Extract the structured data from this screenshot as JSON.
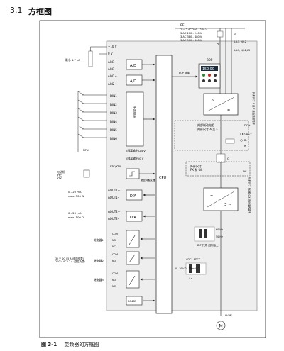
{
  "section": {
    "number": "3.1",
    "title": "方框图"
  },
  "figure": {
    "caption_number": "图 3-1",
    "caption_text": "变频器的方框图",
    "labels": {
      "supply_pe": "PE",
      "supply_1": "1 ~ 2 AC 200 - 240 V",
      "supply_2": "3 AC 200 - 240 V",
      "supply_3": "3 AC 380 - 480 V",
      "supply_4": "3 AC 500 - 600 V",
      "term_l": "L/L1, N/L2",
      "term_l3": "L/L1, N/L2,L3",
      "term_pe": "PE",
      "term_sl": "SL",
      "v10": "+10 V",
      "v0": "0 V",
      "ain1p": "AIN1+",
      "ain1n": "AIN1-",
      "ain2p": "AIN2+",
      "ain2n": "AIN2-",
      "pot": "最小 4.7 kΩ",
      "ad": "A/D",
      "din1": "DIN1",
      "din2": "DIN2",
      "din3": "DIN3",
      "din4": "DIN4",
      "din5": "DIN5",
      "din6": "DIN6",
      "din_box": "外部电源",
      "out24": "(隔离输出)24 V",
      "out0v": "(隔离输出)0 V",
      "npn": "NPN",
      "ptc": "PTC/KTY",
      "thermo": "电动机\nPTC\nKTY",
      "trigger": "施密特触发器",
      "aout1p": "AOUT1+",
      "aout1n": "AOUT1-",
      "aout2p": "AOUT2+",
      "aout2n": "AOUT2-",
      "ma1": "0 - 20 mA",
      "ohm1": "max. 500 Ω",
      "ma2": "0 - 20 mA",
      "ohm2": "max. 500 Ω",
      "da": "D/A",
      "relay1": "继电器1",
      "relay2": "继电器2",
      "relay3": "继电器3",
      "relay_rating": "30 V DC / 5 A (电阻负载)\n250 V AC / 2 A (感性负载)",
      "no": "NO",
      "com": "COM",
      "nc": "NC",
      "rs485": "RS485",
      "cpu": "CPU",
      "bop": "BOP",
      "bop_display": "150.00",
      "bop_link": "BOP 链接",
      "brake_chopper": "外部制动电阻",
      "brake_fs": "外形尺寸 A 至 F",
      "brake_fx": "外形尺寸\nFX 和 GX",
      "dc_plus": "DC+",
      "dc_minus": "DC-",
      "b_plus": "B+/DC+",
      "b_minus": "B-",
      "r": "R",
      "c": "C",
      "dip_50": "50 Hz",
      "dip_60": "60 Hz",
      "dip_label": "DIP 开关\n(控制板上)",
      "dip_1_2": "1 2",
      "adc": "ADC1 ADC2",
      "dip_v": "0 - 10 V\n0 - 20 mA",
      "motor_terms": "U,V,W",
      "motor": "M",
      "bridge": "3 ~",
      "side_upper": "外形尺寸 A 至 F 无此接线端子",
      "side_lower": "外形尺寸 FX 和 GX 无此接线端子"
    }
  }
}
